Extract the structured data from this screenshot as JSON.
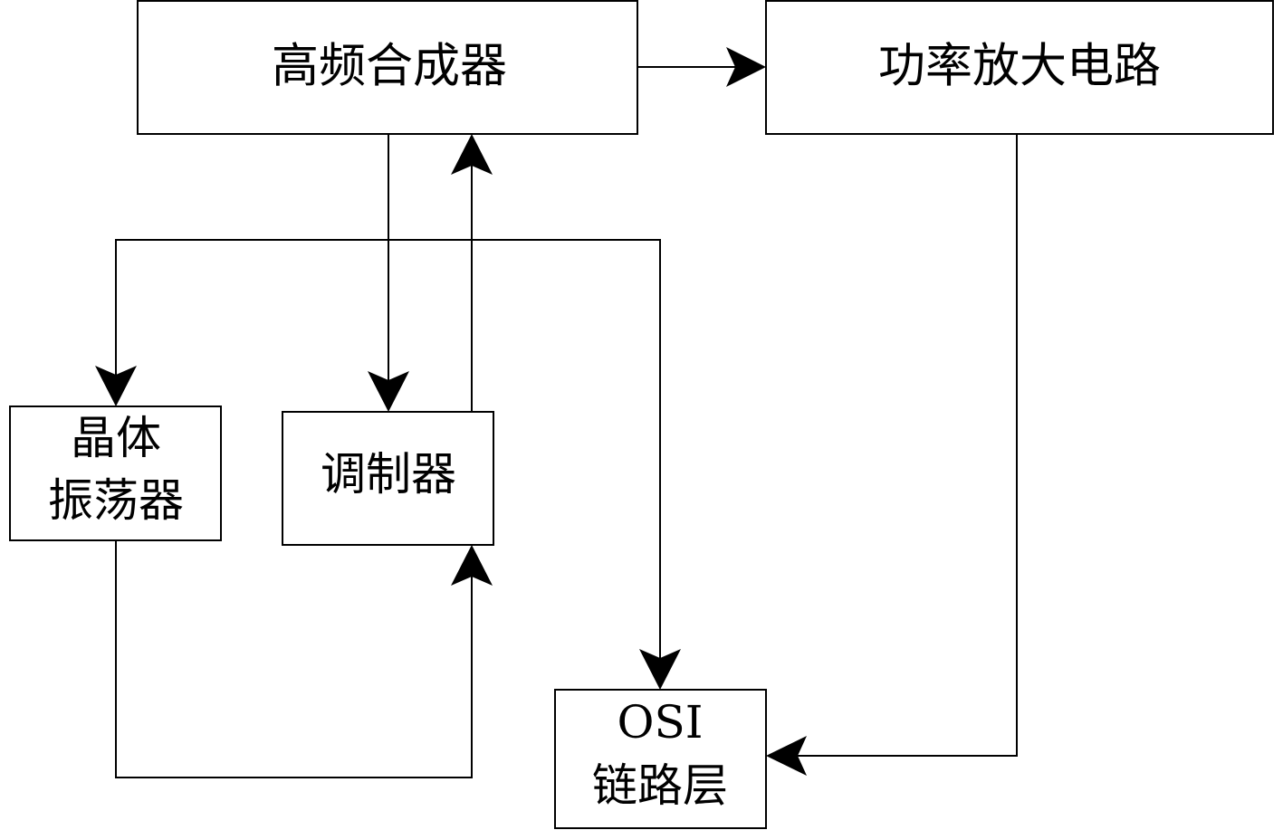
{
  "blocks": {
    "hf_synth": {
      "label": "高频合成器"
    },
    "power_amp": {
      "label": "功率放大电路"
    },
    "crystal_osc": {
      "line1": "晶体",
      "line2": "振荡器"
    },
    "modulator": {
      "label": "调制器"
    },
    "osi_link": {
      "line1": "OSI",
      "line2": "链路层"
    }
  },
  "connections": [
    {
      "from": "hf_synth",
      "to": "power_amp"
    },
    {
      "from": "hf_synth",
      "to": "modulator"
    },
    {
      "from": "modulator",
      "to": "hf_synth"
    },
    {
      "from": "crystal_osc",
      "to": "modulator"
    },
    {
      "from": "hf_synth",
      "to": "crystal_osc"
    },
    {
      "from": "hf_synth",
      "to": "osi_link"
    },
    {
      "from": "power_amp",
      "to": "osi_link"
    }
  ],
  "colors": {
    "line": "#000000",
    "background": "#ffffff"
  }
}
